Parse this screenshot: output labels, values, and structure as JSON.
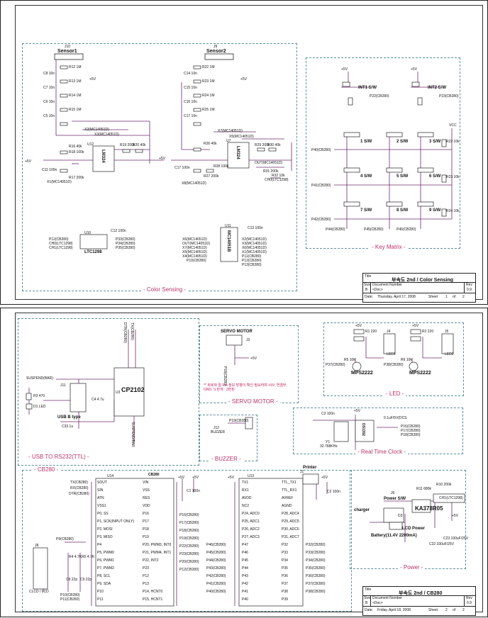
{
  "sheet1": {
    "blocks": {
      "color_sensing": "- Color Sensing -",
      "key_matrix": "- Key Matrix -"
    },
    "color": {
      "sensor1": "Sensor1",
      "sensor2": "Sensor2",
      "j10": "J10",
      "j9": "J9",
      "plus5v": "+5V",
      "u12": "U12",
      "u7": "U7",
      "lm324": "LM324",
      "res1": [
        "R12 1M",
        "R13 1M",
        "R14 1M",
        "R15 1M"
      ],
      "caps1": [
        "C8 10n",
        "C7 10n",
        "C6 10n",
        "C5 10n"
      ],
      "res2": [
        "R22 1M",
        "R23 1M",
        "R24 1M",
        "R25 1M"
      ],
      "caps2": [
        "C14 10n",
        "C15 10n",
        "C16 10n",
        "C17 10n"
      ],
      "x2": "X2(MC14051D)",
      "x3": "X3(MC14051D)",
      "x1": "X1(MC14051D)",
      "x7": "X7(MC14051D)",
      "x8": "X8(MC14051D)",
      "x5": "X5(MC14051D)",
      "out": "OUT(MC14051D)",
      "ch0": "CH0(LTC1298)",
      "c11": "C11 100n",
      "c17": "C17 100n",
      "r_vals1": [
        "R16 40k",
        "R17 200k",
        "R18 100k",
        "R19 200k",
        "R20 40k"
      ],
      "r_vals2": [
        "R26 40k",
        "R27 200k",
        "R28 100k",
        "R29 200k",
        "R30 40k",
        "R31 200k",
        "R32 10k"
      ],
      "ltc1298": "LTC1298",
      "u10": "U10",
      "ltc_pins": [
        "P12(CB280)",
        "CH0(LTC1298)",
        "CH1(LTC1298)"
      ],
      "ltc_pins_r": [
        "P33(CB280)",
        "P34(CB280)",
        "P35(CB280)"
      ],
      "c12": "C12 100n",
      "mc14051b": "MC14051B",
      "u11": "U11",
      "c13": "C13 100n",
      "mc_left": [
        "X6(MC14051D)",
        "OUT(MC14051D)",
        "X7(MC14051D)",
        "X5(MC14051D)",
        "X4(MC14051D)",
        "P10(CB280)"
      ],
      "mc_right": [
        "X2(MC14051D)",
        "X3(MC14051D)",
        "X0(MC14051D)",
        "X1(MC14051D)",
        "P11(CB280)",
        "P12(CB280)",
        "P13(CB280)"
      ]
    },
    "keys": {
      "plus5v": "+5V",
      "vcc": "VCC",
      "int1": "INT1 S/W",
      "int2": "INT2 S/W",
      "p22": "P22(CB280)",
      "p23": "P23(CB280)",
      "sw_labels": [
        "1 S/W",
        "2 S/W",
        "3 S/W",
        "4 S/W",
        "5 S/W",
        "6 S/W",
        "7 S/W",
        "8 S/W",
        "9 S/W"
      ],
      "rows": [
        "P40(CB280)",
        "P41(CB280)",
        "P42(CB280)"
      ],
      "cols": [
        "P44(CB280)",
        "P45(CB280)",
        "P46(CB280)"
      ],
      "r_col": [
        "R22 10k",
        "R23 10k",
        "R24 10k"
      ]
    },
    "titleblock": {
      "title_label": "Title",
      "title": "부속도 2nd / Color Sensing",
      "size_label": "Size",
      "size": "B",
      "docnum_label": "Document Number",
      "docnum": "<Doc>",
      "rev_label": "Rev",
      "rev": "0.9",
      "date_label": "Date:",
      "date": "Thursday, April 17, 2008",
      "sheet_label": "Sheet",
      "sheet": "1",
      "of_label": "of",
      "of": "2"
    }
  },
  "sheet2": {
    "blocks": {
      "usb": "- USB TO RS232(TTL) -",
      "servo": "- SERVO MOTOR -",
      "buzzer": "- BUZZER -",
      "led": "- LED -",
      "rtc": "- Real Time Clock -",
      "cb280": "- CB280 -",
      "power": "- Power -"
    },
    "usb": {
      "suspend": "SUSPEND(BAR)",
      "r3": "R3 470",
      "d1": "D1 LED",
      "j11": "J11",
      "usb_b": "USB B type",
      "cp2102": "CP2102",
      "u3": "U3",
      "c4": "C4 4.7u",
      "c33": "C33 1u",
      "dtr": "DTR(CB280)",
      "txd": "TX(CB280)",
      "suspend_v": "SUSPEND/BAR"
    },
    "servo": {
      "title": "SERVO MOTOR",
      "j3": "J3",
      "plus5v": "+5V",
      "pin": "P18(CB280)",
      "note": "** 회로와 릴 Pin 정보 방향이 확인 필요하며 +5V, 연결부, GND, 노란색 : 3번핀"
    },
    "buzzer": {
      "pin": "P19(CB280)",
      "label": "BUZZER",
      "ref": "J12"
    },
    "led": {
      "plus5v": "+5V",
      "r1": "R1 220",
      "r2": "R2 220",
      "led1": "LED1",
      "led2": "LED2",
      "j4": "J4",
      "j5": "J5",
      "p37": "P37(CB280)",
      "p38": "P38(CB280)",
      "q1": "MPS2222",
      "q2": "MPS2222",
      "rb": "R5 10k",
      "rb2": "R6 10k"
    },
    "rtc": {
      "plus5v": "+5V",
      "c3": "C3 100n",
      "battery": "0.1uF/5V(DCS",
      "ds1302": "DS1302",
      "y1": "Y1",
      "crystal": "32.768KHz",
      "pins": [
        "P16(CB280)",
        "P17(CB280)",
        "P18(CB280)"
      ]
    },
    "cb280": {
      "u14": "U14",
      "cb280": "CB280",
      "u13": "U13",
      "left_nets": [
        "TX(CB280)",
        "RX(CB280)",
        "DTR(CB280)"
      ],
      "left_pins": [
        "SOUT",
        "SIN",
        "ATN",
        "VSS1",
        "P0, SS",
        "P1, SCK(INPUT ONLY)",
        "P2, MOSI",
        "P3, MISO",
        "P4",
        "P5, PWM0",
        "P6, PWM1",
        "P7, PWM2",
        "P8, SCL",
        "P9, SDA",
        "P10",
        "P11"
      ],
      "mid_pins": [
        "VIN",
        "VSS",
        "RES",
        "VDD",
        "P16",
        "P17",
        "P18",
        "P19",
        "P20, PWM3, INT0",
        "P21, PWM4, INT1",
        "P22, INT2",
        "P23",
        "P12",
        "P13",
        "P14, HCNT0",
        "P15, HCNT1"
      ],
      "p9": "P9(CB280)",
      "j8": "J8",
      "clcd": "CLCD / LCD",
      "r4": "R4 4.7K",
      "r5": "R5 4.7K",
      "c8": "C8 22p",
      "c9": "C9 22p",
      "p_lcd": [
        "P10(CB280)",
        "P11(CB280)"
      ],
      "net_right": [
        "P16(CB280)",
        "P17(CB280)",
        "P18(CB280)",
        "P19(CB280)",
        "P22(CB280)",
        "P23(CB280)",
        "P20(CB280)",
        "P12(CB280)"
      ],
      "c1": "C1 100n",
      "plus5v": "+5V",
      "printer": "Printer",
      "j1": "J1",
      "u2_left": [
        "TX1",
        "RX1",
        "AVDD",
        "NC2",
        "P24, ADC0",
        "P25, ADC1",
        "P26, ADC2",
        "P27, ADC3",
        "P47",
        "P46",
        "P45",
        "P44",
        "P43",
        "P42",
        "P41",
        "P40"
      ],
      "u2_right": [
        "TTL_TX1",
        "TTL_RX1",
        "AVREF",
        "AGND",
        "P28, ADC4",
        "P29, ADC5",
        "P30, ADC6",
        "P31, ADC7",
        "P32",
        "P33",
        "P34",
        "P35",
        "P36",
        "P37",
        "P38",
        "P39"
      ],
      "net_left2": [
        "P46(CB280)",
        "P45(CB280)",
        "P44(CB280)",
        "P43(CB280)",
        "P42(CB280)",
        "P41(CB280)",
        "P40(CB280)"
      ],
      "net_right2": [
        "P32(CB280)",
        "P33(CB280)",
        "P34(CB280)",
        "P35(CB280)",
        "P36(CB280)",
        "P37(CB280)",
        "P38(CB280)"
      ],
      "c2": "C2 100n"
    },
    "power": {
      "j6": "J6",
      "sw": "Power S/W",
      "charger": "charger",
      "battery": "Battery(11.4V 2200mA)",
      "lcd_power": "LCD Power",
      "r10": "R10 200k",
      "r11": "R11 680k",
      "ch1": "CH1(LTC1298)",
      "ka": "KA378R05",
      "c22": "C22 330uF/25V",
      "c23": "C23 100uF/25V",
      "d3": "D3",
      "plus5v": "+5V"
    },
    "titleblock": {
      "title_label": "Title",
      "title": "부속도 2nd / CB280",
      "size_label": "Size",
      "size": "B",
      "docnum_label": "Document Number",
      "docnum": "<Doc>",
      "rev_label": "Rev",
      "rev": "0.9",
      "date_label": "Date:",
      "date": "Friday, April 18, 2008",
      "sheet_label": "Sheet",
      "sheet": "2",
      "of_label": "of",
      "of": "2"
    }
  }
}
